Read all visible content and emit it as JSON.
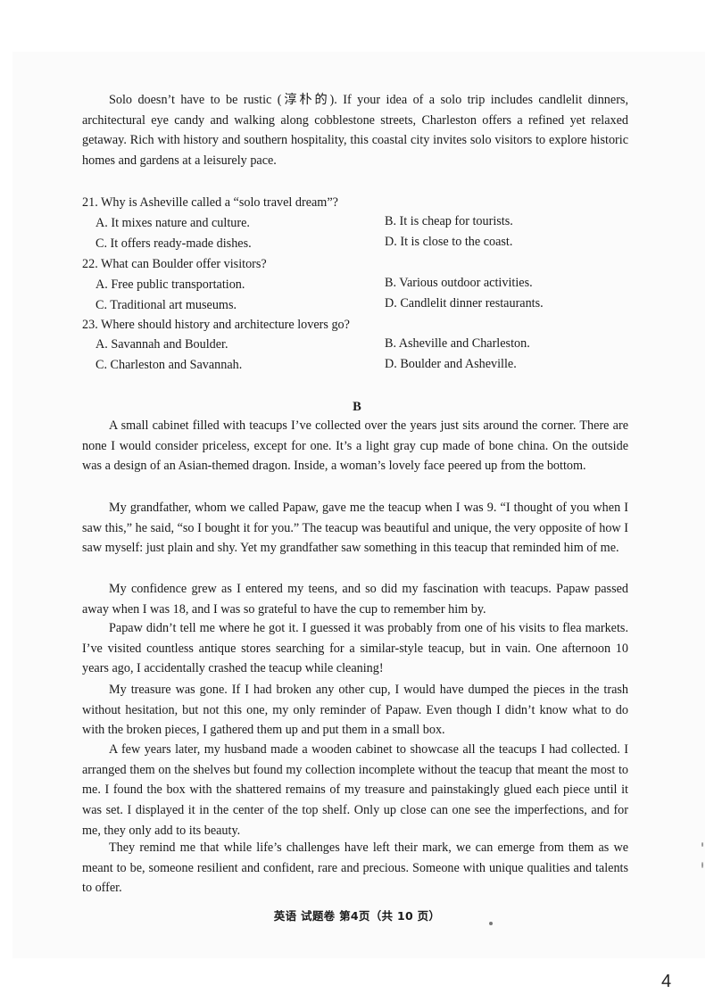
{
  "passage_a_ending": "Solo doesn’t have to be rustic (淳朴的). If your idea of a solo trip includes candlelit dinners, architectural eye candy and walking along cobblestone streets, Charleston offers a refined yet relaxed getaway. Rich with history and southern hospitality, this coastal city invites solo visitors to explore historic homes and gardens at a leisurely pace.",
  "questions": [
    {
      "stem": "21. Why is Asheville called a “solo travel dream”?",
      "options": [
        "A. It mixes nature and culture.",
        "B. It is cheap for tourists.",
        "C. It offers ready-made dishes.",
        "D. It is close to the coast."
      ]
    },
    {
      "stem": "22. What can Boulder offer visitors?",
      "options": [
        "A. Free public transportation.",
        "B. Various outdoor activities.",
        "C. Traditional art museums.",
        "D. Candlelit dinner restaurants."
      ]
    },
    {
      "stem": "23. Where should history and architecture lovers go?",
      "options": [
        "A. Savannah and Boulder.",
        "B. Asheville and Charleston.",
        "C. Charleston and Savannah.",
        "D. Boulder and Asheville."
      ]
    }
  ],
  "section_label": "B",
  "passage_b": [
    "A small cabinet filled with teacups I’ve collected over the years just sits around the corner. There are none I would consider priceless, except for one. It’s a light gray cup made of bone china. On the outside was a design of an Asian-themed dragon. Inside, a woman’s lovely face peered up from the bottom.",
    "My grandfather, whom we called Papaw, gave me the teacup when I was 9. “I thought of you when I saw this,” he said, “so I bought it for you.” The teacup was beautiful and unique, the very opposite of how I saw myself: just plain and shy. Yet my grandfather saw something in this teacup that reminded him of me.",
    "My confidence grew as I entered my teens, and so did my fascination with teacups. Papaw passed away when I was 18, and I was so grateful to have the cup to remember him by.",
    "Papaw didn’t tell me where he got it. I guessed it was probably from one of his visits to flea markets. I’ve visited countless antique stores searching for a similar-style teacup, but in vain. One afternoon 10 years ago, I accidentally crashed the teacup while cleaning!",
    "My treasure was gone. If I had broken any other cup, I would have dumped the pieces in the trash without hesitation, but not this one, my only reminder of Papaw. Even though I didn’t know what to do with the broken pieces, I gathered them up and put them in a small box.",
    "A few years later, my husband made a wooden cabinet to showcase all the teacups I had collected. I arranged them on the shelves but found my collection incomplete without the teacup that meant the most to me. I found the box with the shattered remains of my treasure and painstakingly glued each piece until it was set. I displayed it in the center of the top shelf. Only up close can one see the imperfections, and for me, they only add to its beauty.",
    "They remind me that while life’s challenges have left their mark, we can emerge from them as we meant to be, someone resilient and confident, rare and precious. Someone with unique qualities and talents to offer."
  ],
  "footer": "英语  试题卷  第4页（共 10 页）",
  "page_number": "4"
}
